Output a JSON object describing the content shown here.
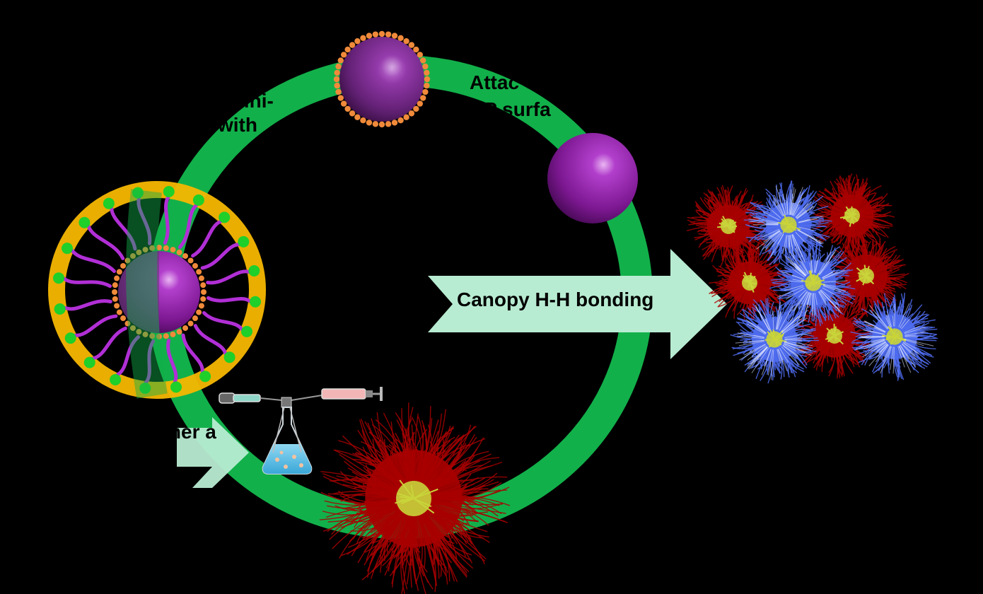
{
  "labels": {
    "step1_line1": "mini-",
    "step1_line2": "on with",
    "step2_line1": "Attac",
    "step2_line2": "NP surfa",
    "step3_line1": "omer a",
    "bonding": "Canopy H-H bonding"
  },
  "colors": {
    "background": "#000000",
    "ring": "#12b04a",
    "arrow": "#b8ecd2",
    "nanoparticle": "#8a1fa0",
    "shell_dots": "#f08a3a",
    "micelle_ring": "#f5b700",
    "ligand_head": "#1fcf2a",
    "ligand_tail": "#b12fd6",
    "canopy_red": "#a80000",
    "canopy_blue": "#4f6cf0",
    "core_yellow": "#c9d43a"
  },
  "icons": {
    "flask": "flask-icon",
    "syringe": "syringe-icon"
  }
}
